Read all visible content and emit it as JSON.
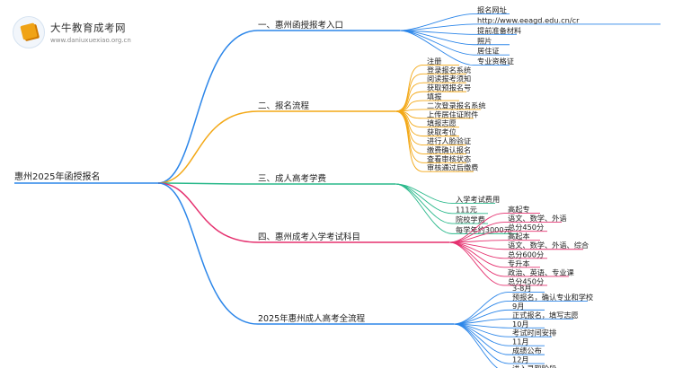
{
  "logo": {
    "name": "大牛教育成考网",
    "url": "www.daniuxuexiao.org.cn"
  },
  "root": {
    "label": "惠州2025年函授报名"
  },
  "branches": [
    {
      "label": "一、惠州函授报考入口",
      "color": "#2c86e9",
      "leaves": [
        "报名网址",
        "http://www.eeagd.edu.cn/cr",
        "提前准备材料",
        "照片",
        "居住证",
        "专业资格证"
      ]
    },
    {
      "label": "二、报名流程",
      "color": "#f3a816",
      "leaves": [
        "注册",
        "登录报名系统",
        "阅读报考须知",
        "获取预报名号",
        "填报",
        "二次登录报名系统",
        "上传居住证附件",
        "填报志愿",
        "获取考位",
        "进行人脸验证",
        "缴费确认报名",
        "查看审核状态",
        "审核通过后缴费"
      ]
    },
    {
      "label": "三、成人高考学费",
      "color": "#28b88a",
      "leaves": [
        "入学考试费用",
        "111元",
        "院校学费",
        "每学年约3000元"
      ]
    },
    {
      "label": "四、惠州成考入学考试科目",
      "color": "#e5316f",
      "leaves": [
        "高起专",
        "语文、数学、外语",
        "总分450分",
        "高起本",
        "语文、数学、外语、综合",
        "总分600分",
        "专升本",
        "政治、英语、专业课",
        "总分450分"
      ]
    },
    {
      "label": "2025年惠州成人高考全流程",
      "color": "#2c86e9",
      "leaves": [
        "3-8月",
        "预报名，确认专业和学校",
        "9月",
        "正式报名，填写志愿",
        "10月",
        "考试时间安排",
        "11月",
        "成绩公布",
        "12月",
        "进入录取阶段"
      ]
    }
  ]
}
